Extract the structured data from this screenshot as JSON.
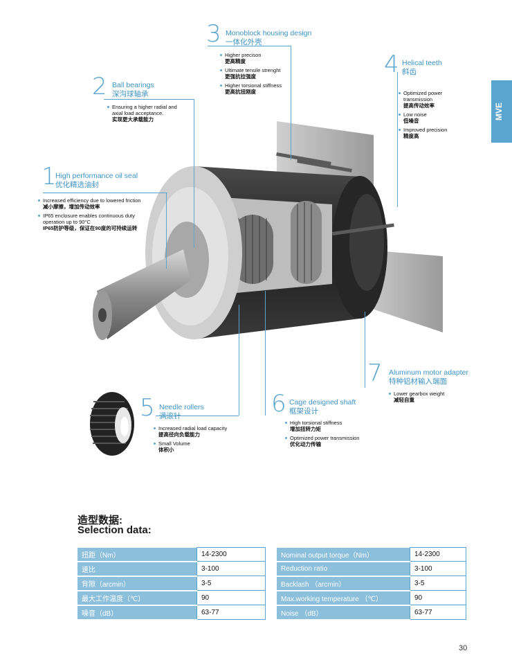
{
  "side_tab": "MVE",
  "features": [
    {
      "num": "1",
      "title_en": "High performance oil seal",
      "title_zh": "优化精选油封",
      "bullets": [
        {
          "en": "Increased efficiency due to lowered friction",
          "zh": "减小摩擦，增加传动效率"
        },
        {
          "en": "IP65 enclosure enables continuous duty operation up to 90°C",
          "zh": "IP65防护等级，保证在90度的可持续运转"
        }
      ]
    },
    {
      "num": "2",
      "title_en": "Ball bearings",
      "title_zh": "深沟球轴承",
      "bullets": [
        {
          "en": "Ensuring a higher radial and axial load acceptance.",
          "zh": "实现更大承载能力"
        }
      ]
    },
    {
      "num": "3",
      "title_en": "Monoblock housing design",
      "title_zh": "一体化外壳",
      "bullets": [
        {
          "en": "Higher precison",
          "zh": "更高精度"
        },
        {
          "en": "Ultimate tensile strenght",
          "zh": "更强抗拉强度"
        },
        {
          "en": "Higher torsional  stiffness",
          "zh": "更高抗扭刚度"
        }
      ]
    },
    {
      "num": "4",
      "title_en": "Helical teeth",
      "title_zh": "斜齿",
      "bullets": [
        {
          "en": "Optimized power transmission",
          "zh": "提高传动效率"
        },
        {
          "en": "Low noise",
          "zh": "低噪音"
        },
        {
          "en": "Improved precision",
          "zh": "精度高"
        }
      ]
    },
    {
      "num": "5",
      "title_en": "Needle rollers",
      "title_zh": "满滚针",
      "bullets": [
        {
          "en": "Increased radial load capacity",
          "zh": "提高径向负载能力"
        },
        {
          "en": "Small Volume",
          "zh": "体积小"
        }
      ]
    },
    {
      "num": "6",
      "title_en": "Cage designed shaft",
      "title_zh": "框架设计",
      "bullets": [
        {
          "en": "High torsional stiffness",
          "zh": "增加扭转力矩"
        },
        {
          "en": "Optimized power transmission",
          "zh": "优化动力传输"
        }
      ]
    },
    {
      "num": "7",
      "title_en": "Aluminum motor adapter",
      "title_zh": "特种铝材输入端面",
      "bullets": [
        {
          "en": "Lower gearbox weight",
          "zh": "减轻自重"
        }
      ]
    }
  ],
  "selection": {
    "title_zh": "造型数据:",
    "title_en": "Selection data:",
    "left_rows": [
      {
        "k": "扭距（Nm）",
        "v": "14-2300"
      },
      {
        "k": "速比",
        "v": "3-100"
      },
      {
        "k": "背隙（arcmin）",
        "v": "3-5"
      },
      {
        "k": "最大工作温度（℃）",
        "v": "90"
      },
      {
        "k": "噪音（dB）",
        "v": "63-77"
      }
    ],
    "right_rows": [
      {
        "k": "Nominal output torque（Nm）",
        "v": "14-2300"
      },
      {
        "k": "Reduction ratio",
        "v": "3-100"
      },
      {
        "k": "Backlash （arcmin）",
        "v": "3-5"
      },
      {
        "k": "Max.working temperature （℃）",
        "v": "90"
      },
      {
        "k": "Noise （dB）",
        "v": "63-77"
      }
    ]
  },
  "page_number": "30",
  "colors": {
    "accent": "#5aa5cf",
    "table_header": "#8bbfdc",
    "housing": "#2b2b2b"
  }
}
